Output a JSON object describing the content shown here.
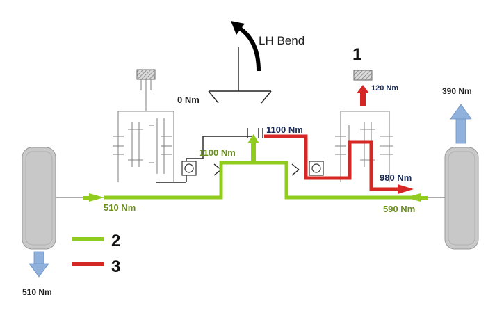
{
  "diagram": {
    "bend_label": "LH Bend",
    "torques": {
      "left_input": "510 Nm",
      "left_wheel": "510 Nm",
      "center_green": "1100 Nm",
      "center_dark": "1100 Nm",
      "left_top": "0 Nm",
      "right_clutch": "120 Nm",
      "right_red": "980 Nm",
      "right_green": "590 Nm",
      "right_wheel": "390 Nm"
    },
    "callouts": {
      "one": "1",
      "two": "2",
      "three": "3"
    },
    "colors": {
      "green": "#8fcc1e",
      "red": "#d62727",
      "dark": "#111111",
      "wheel": "#c8c8c8",
      "wheel_arrow": "#8fb1dc",
      "label_dark": "#1a2a55",
      "label_green": "#6a8f1a"
    }
  }
}
